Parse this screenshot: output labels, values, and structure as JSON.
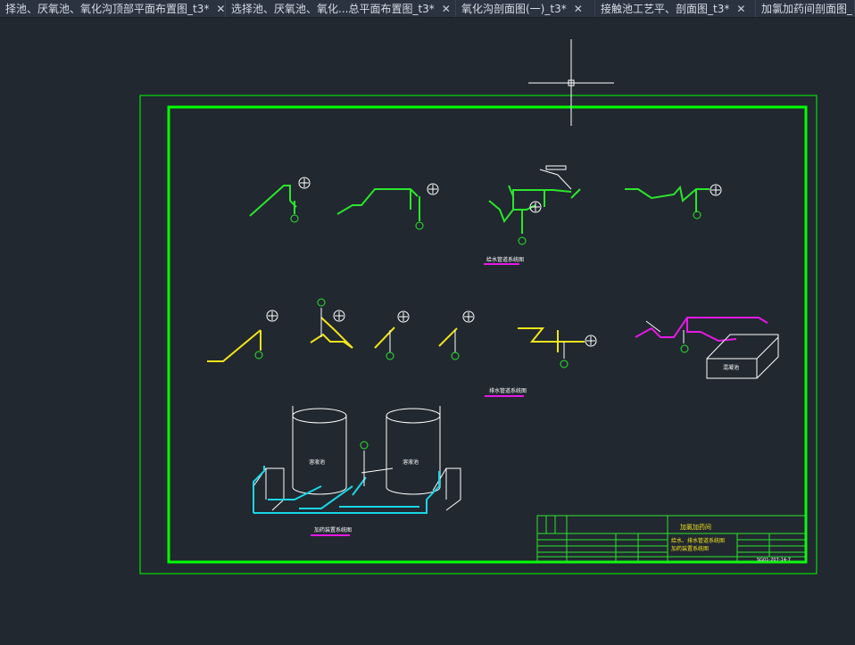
{
  "tabs": [
    {
      "label": "择池、厌氧池、氧化沟顶部平面布置图_t3*",
      "close": "✕"
    },
    {
      "label": "选择池、厌氧池、氧化...总平面布置图_t3*",
      "close": "✕"
    },
    {
      "label": "氧化沟剖面图(一)_t3*",
      "close": "✕"
    },
    {
      "label": "接触池工艺平、剖面图_t3*",
      "close": "✕"
    },
    {
      "label": "加氯加药间剖面图_",
      "close": ""
    }
  ],
  "drawing": {
    "caption_water_supply": "给水管道系统图",
    "caption_drainage": "排水管道系统图",
    "caption_dosing": "加药装置系统图",
    "tank_left_label": "溶液池",
    "tank_right_label": "溶液池",
    "box_label": "混凝池",
    "title_block": {
      "company": "加氯加药间",
      "drawing_title_1": "给水、排水管道系统图",
      "drawing_title_2": "加药装置系统图",
      "drawing_number": "SG01-207-14-7"
    }
  },
  "colors": {
    "background": "#212830",
    "frame": "#00ff00",
    "pipe_green": "#2ce62c",
    "pipe_yellow": "#f2e41a",
    "pipe_magenta": "#e619e6",
    "pipe_cyan": "#1ad6e6",
    "white": "#ffffff"
  }
}
